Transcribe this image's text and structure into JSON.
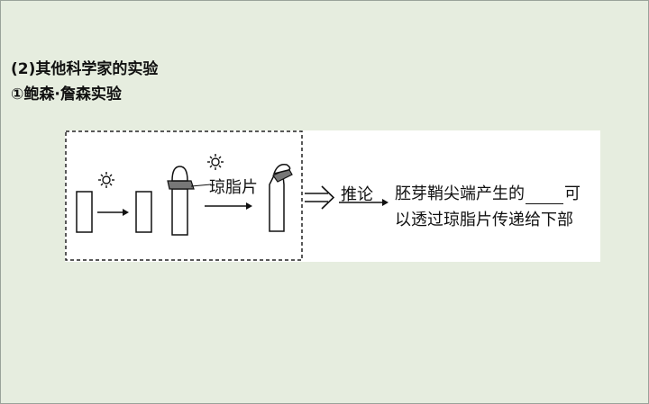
{
  "section": {
    "title": "(2)其他科学家的实验",
    "subtitle": "①鲍森·詹森实验"
  },
  "figure": {
    "agar_label": "琼脂片",
    "inference_label": "推论",
    "conclusion": {
      "before_blank": "胚芽鞘尖端产生的",
      "after_blank": "可",
      "line2": "以透过琼脂片传递给下部"
    },
    "light_symbol": "☼"
  }
}
